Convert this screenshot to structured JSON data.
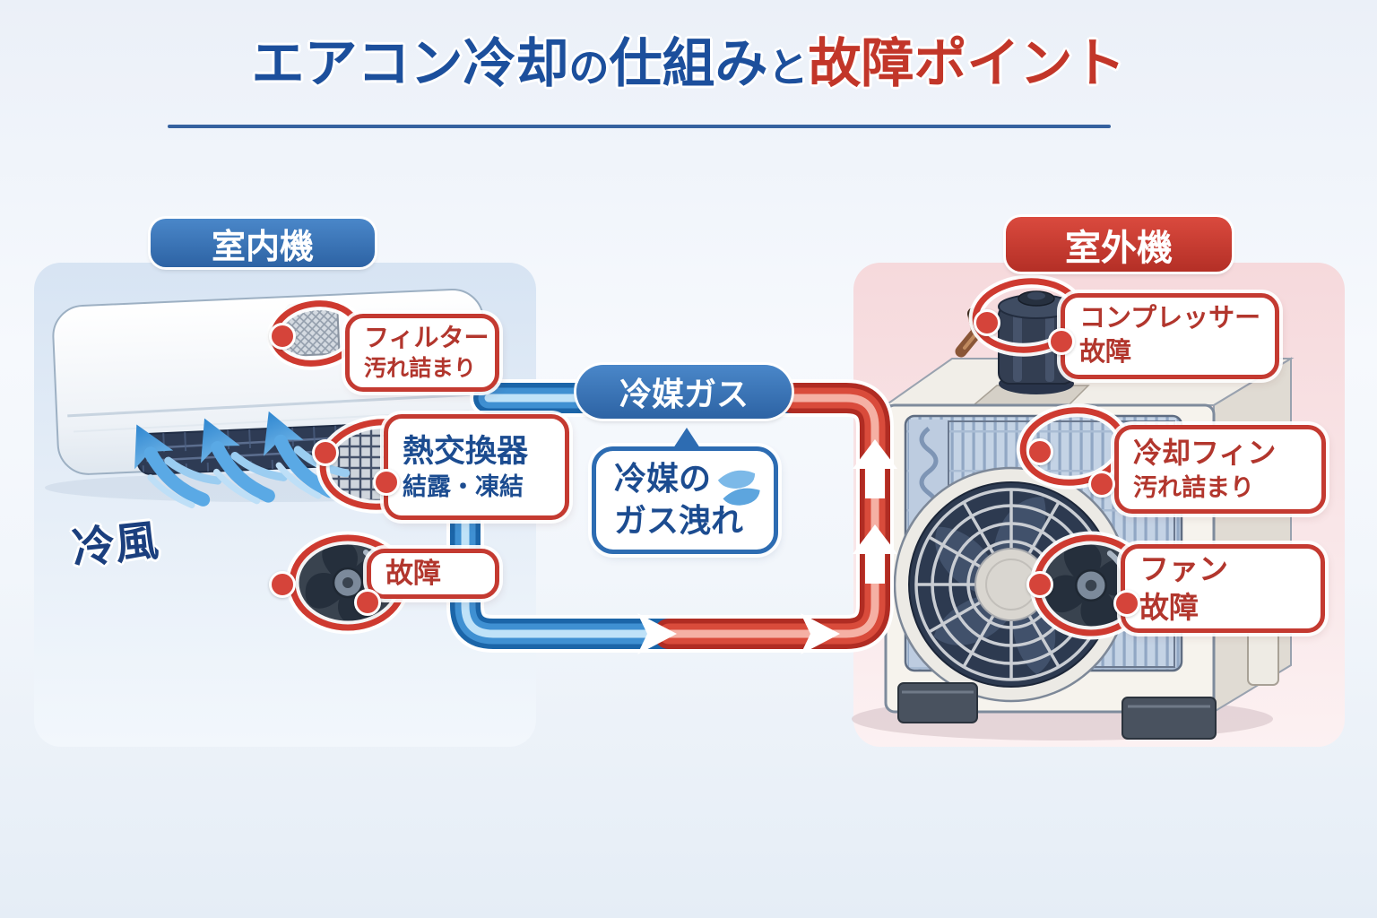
{
  "title": {
    "seg1": "エアコン冷却",
    "seg2": "の",
    "seg3": "仕組み",
    "seg4": "と",
    "seg5": "故障ポイント"
  },
  "indoor": {
    "label": "室内機",
    "cold_air_label": "冷風",
    "callouts": {
      "filter": {
        "line1": "フィルター",
        "line2": "汚れ詰まり"
      },
      "heat_exchanger": {
        "line1": "熱交換器",
        "line2": "結露・凍結"
      },
      "fan": {
        "line1": "故障"
      }
    }
  },
  "refrigerant": {
    "gas_label": "冷媒ガス",
    "leak": {
      "line1": "冷媒の",
      "line2": "ガス洩れ"
    }
  },
  "outdoor": {
    "label": "室外機",
    "callouts": {
      "compressor": {
        "line1": "コンプレッサー",
        "line2": "故障"
      },
      "cooling_fins": {
        "line1": "冷却フィン",
        "line2": "汚れ詰まり"
      },
      "fan": {
        "line1": "ファン",
        "line2": "故障"
      }
    }
  },
  "icons": {
    "leak_droplets": "water-droplets-icon",
    "cold_air": "wind-arrows-icon"
  },
  "colors": {
    "title_blue": "#1c4f9c",
    "title_red": "#c23629",
    "pill_blue": "#3a78bd",
    "pill_red": "#cb3a30",
    "callout_border_red": "#c43a31",
    "callout_border_blue": "#2d6cb2",
    "callout_text_red": "#b2362d",
    "callout_text_blue": "#1c4c90",
    "pipe_blue": "#2f87cf",
    "pipe_red": "#d84b3c",
    "panel_indoor": "#d7e4f3",
    "panel_outdoor": "#f6d9dc"
  }
}
